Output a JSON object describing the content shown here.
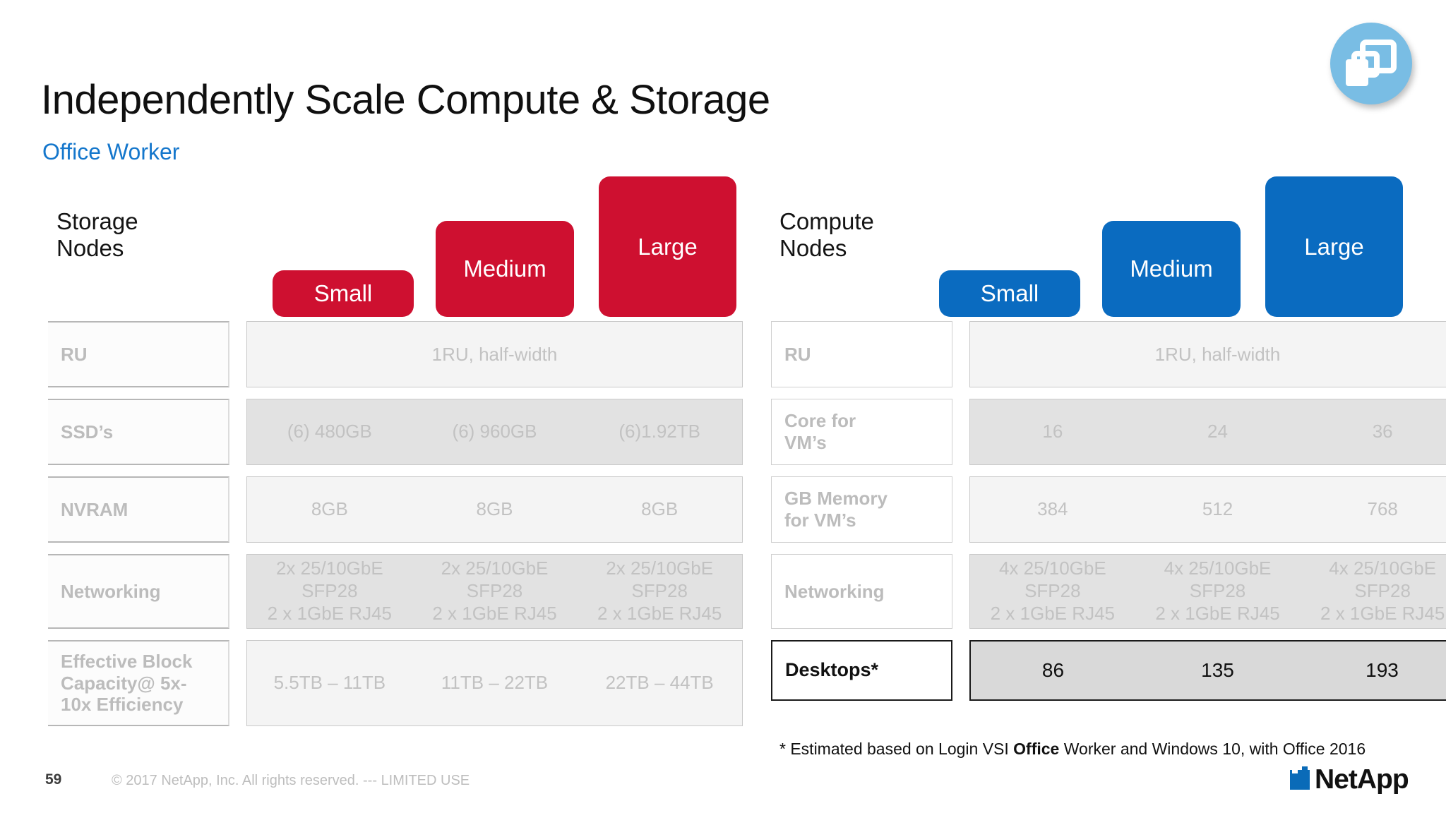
{
  "slide": {
    "title": "Independently Scale Compute & Storage",
    "subtitle": "Office Worker",
    "page_number": "59",
    "copyright": "© 2017 NetApp, Inc. All rights reserved.  ---  LIMITED USE",
    "logo_text": "NetApp",
    "badge_icon": "overlapping-screens-icon",
    "colors": {
      "red": "#CE1030",
      "blue": "#0A6BC0",
      "subtitle_blue": "#1577CC",
      "badge_blue": "#79BDE4",
      "label_grey": "#BCBCBC",
      "cell_shade": "#E2E2E2",
      "cell_plain": "#F4F4F4",
      "logo_blue": "#0A6BB8"
    }
  },
  "storage": {
    "group_title": "Storage\nNodes",
    "accent": "#CE1030",
    "sizes": [
      {
        "label": "Small"
      },
      {
        "label": "Medium"
      },
      {
        "label": "Large"
      }
    ],
    "rows": [
      {
        "label": "RU",
        "span": true,
        "shade": false,
        "values": [
          "1RU, half-width"
        ]
      },
      {
        "label": "SSD’s",
        "span": false,
        "shade": true,
        "values": [
          "(6) 480GB",
          "(6) 960GB",
          "(6)1.92TB"
        ]
      },
      {
        "label": "NVRAM",
        "span": false,
        "shade": false,
        "values": [
          "8GB",
          "8GB",
          "8GB"
        ]
      },
      {
        "label": "Networking",
        "span": false,
        "shade": true,
        "values": [
          "2x 25/10GbE\nSFP28\n2 x 1GbE RJ45",
          "2x 25/10GbE\nSFP28\n2 x 1GbE RJ45",
          "2x 25/10GbE\nSFP28\n2 x 1GbE RJ45"
        ]
      },
      {
        "label": "Effective Block\nCapacity@ 5x-\n10x Efficiency",
        "span": false,
        "shade": false,
        "values": [
          "5.5TB – 11TB",
          "11TB – 22TB",
          "22TB – 44TB"
        ]
      }
    ]
  },
  "compute": {
    "group_title": "Compute\nNodes",
    "accent": "#0A6BC0",
    "sizes": [
      {
        "label": "Small"
      },
      {
        "label": "Medium"
      },
      {
        "label": "Large"
      }
    ],
    "rows": [
      {
        "label": "RU",
        "span": true,
        "shade": false,
        "emphasis": false,
        "values": [
          "1RU, half-width"
        ]
      },
      {
        "label": "Core for\nVM’s",
        "span": false,
        "shade": true,
        "emphasis": false,
        "values": [
          "16",
          "24",
          "36"
        ]
      },
      {
        "label": "GB Memory\nfor VM’s",
        "span": false,
        "shade": false,
        "emphasis": false,
        "values": [
          "384",
          "512",
          "768"
        ]
      },
      {
        "label": "Networking",
        "span": false,
        "shade": true,
        "emphasis": false,
        "values": [
          "4x 25/10GbE\nSFP28\n2 x 1GbE RJ45",
          "4x 25/10GbE\nSFP28\n2 x 1GbE RJ45",
          "4x 25/10GbE\nSFP28\n2 x 1GbE RJ45"
        ]
      },
      {
        "label": "Desktops*",
        "span": false,
        "shade": true,
        "emphasis": true,
        "values": [
          "86",
          "135",
          "193"
        ]
      }
    ],
    "footnote_pre": "* Estimated based on Login VSI ",
    "footnote_bold": "Office",
    "footnote_post": " Worker and Windows 10, with Office 2016"
  }
}
